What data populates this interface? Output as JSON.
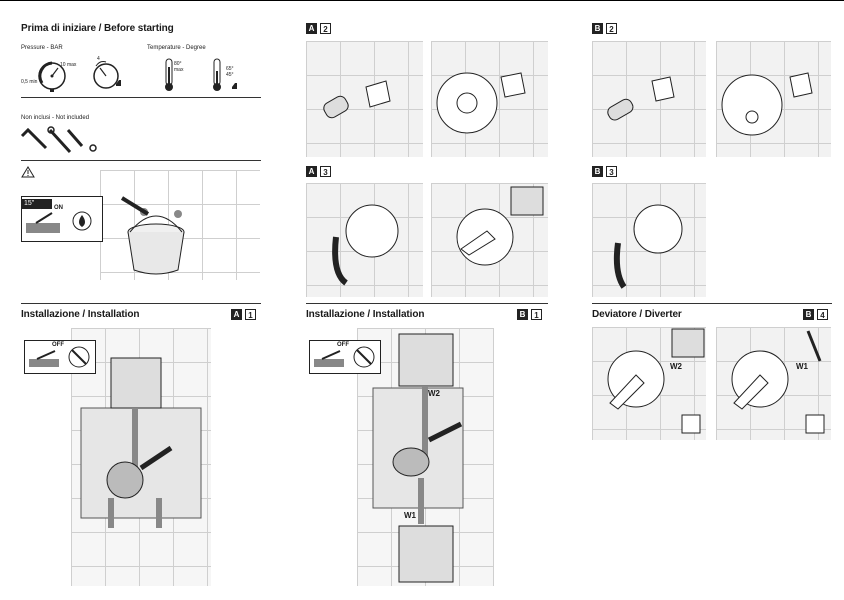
{
  "left": {
    "title": "Prima di iniziare / Before starting",
    "pressure_label": "Pressure - BAR",
    "pressure_max": "10 max",
    "pressure_min": "0,5 min",
    "pressure_gauge2": "4",
    "temperature_label": "Temperature - Degree",
    "temp_max": "80°",
    "temp_max_unit": "max",
    "temp_range_hi": "65°",
    "temp_range_lo": "45°",
    "not_included": "Non inclusi - Not included",
    "flush_time": "15\"",
    "flush_on": "ON",
    "off_label": "OFF",
    "installation_title": "Installazione / Installation",
    "installation_tag_letter": "A",
    "installation_tag_num": "1"
  },
  "middle": {
    "a2_letter": "A",
    "a2_num": "2",
    "a3_letter": "A",
    "a3_num": "3",
    "installation_title": "Installazione / Installation",
    "installation_tag_letter": "B",
    "installation_tag_num": "1",
    "off_label": "OFF",
    "w2_label": "W2",
    "w1_label": "W1"
  },
  "right": {
    "b2_letter": "B",
    "b2_num": "2",
    "b3_letter": "B",
    "b3_num": "3",
    "diverter_title": "Deviatore / Diverter",
    "diverter_tag_letter": "B",
    "diverter_tag_num": "4",
    "w2_label": "W2",
    "w1_label": "W1"
  },
  "colors": {
    "panel_bg": "#f2f2f2",
    "line": "#333333",
    "dark": "#222222"
  }
}
